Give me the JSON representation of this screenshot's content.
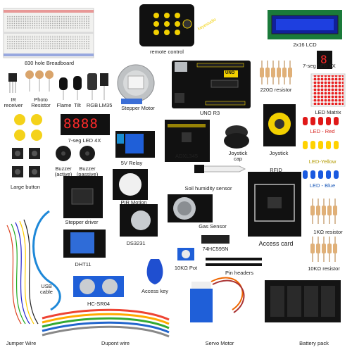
{
  "labels": {
    "breadboard": "830 hole Breadboard",
    "remote": "remote control",
    "lcd": "2x16 LCD",
    "ir_receiver": "IR receiver",
    "photo_resistor": "Photo Resistor",
    "flame": "Flame",
    "tilt": "Tilt",
    "rgb": "RGB",
    "lm35": "LM35",
    "stepper_motor": "Stepper Motor",
    "uno": "UNO R3",
    "resistor_220": "220Ω resistor",
    "seg_1x": "7-seg LED 1X",
    "seg_4x": "7-seg LED 4X",
    "led_matrix": "LED Matrix",
    "led_red": "LED - Red",
    "led_yellow": "LED-Yellow",
    "led_blue": "LED - Blue",
    "buzzer_active": "Buzzer (active)",
    "buzzer_passive": "Buzzer (passive)",
    "relay": "5V Relay",
    "adxl": "ADXL345",
    "joystick_cap": "Joystick cap",
    "joystick": "Joystick",
    "large_button": "Large button",
    "soil": "Soil humidity sensor",
    "rfid": "RFID",
    "stepper_driver": "Stepper driver",
    "pir": "PIR Motion",
    "gas": "Gas Sensor",
    "access_card": "Access card",
    "resistor_1k": "1KΩ resistor",
    "ds3231": "DS3231",
    "dht11": "DHT11",
    "pot": "10KΩ Pot",
    "ic": "74HC595N",
    "pin_headers": "Pin headers",
    "resistor_10k": "10KΩ resistor",
    "usb_cable": "USB cable",
    "access_key": "Access key",
    "hc_sr04": "HC-SR04",
    "jumper_wire": "Jumper Wire",
    "dupont_wire": "Dupont wire",
    "servo": "Servo Motor",
    "battery_pack": "Battery pack"
  },
  "display": {
    "seg_1x_digit": "8",
    "seg_4x_digits": "8888",
    "uno_badge": "UNO",
    "remote_brand": "keyestudio"
  }
}
